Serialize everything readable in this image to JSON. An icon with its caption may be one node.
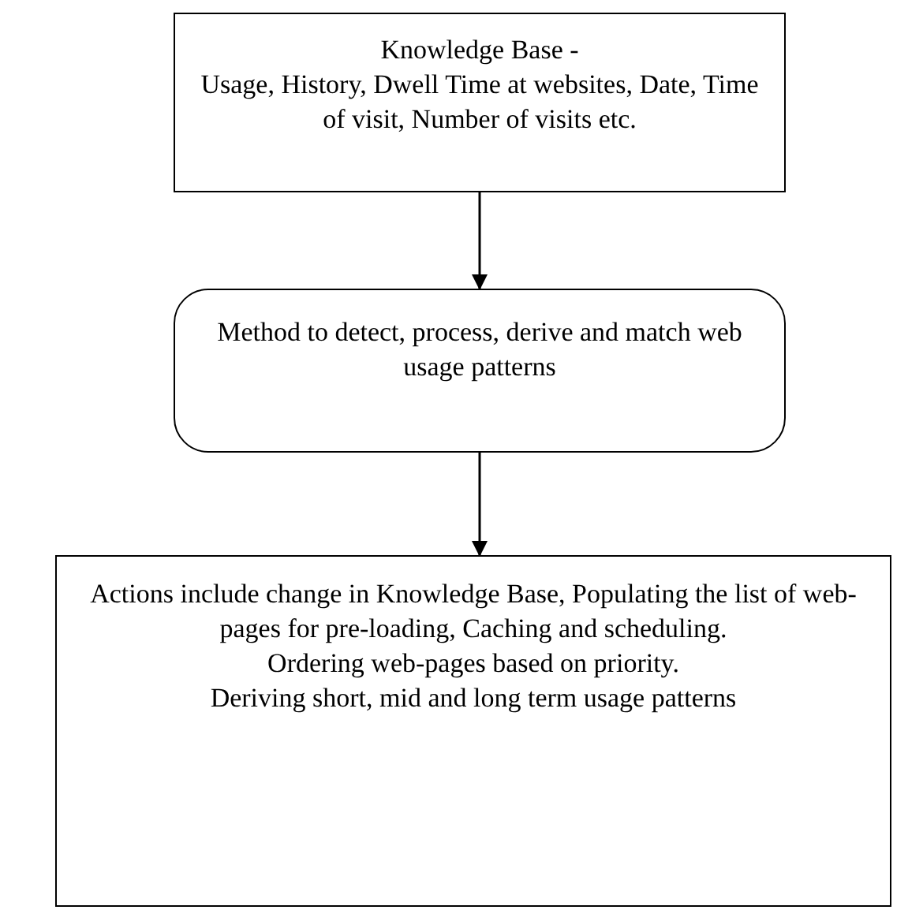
{
  "diagram": {
    "nodes": [
      {
        "text": [
          "Knowledge Base -",
          "Usage, History, Dwell Time at websites, Date, Time of visit, Number of visits etc."
        ]
      },
      {
        "text": [
          "Method to detect, process, derive and match web usage patterns"
        ]
      },
      {
        "text": [
          "Actions include change in Knowledge Base, Populating the list of web-pages for pre-loading, Caching and scheduling.",
          "Ordering web-pages based on priority.",
          "Deriving short, mid and long term usage patterns"
        ]
      }
    ],
    "edges": [
      {
        "from": 0,
        "to": 1,
        "arrow": "to"
      },
      {
        "from": 1,
        "to": 2,
        "arrow": "to"
      }
    ]
  }
}
